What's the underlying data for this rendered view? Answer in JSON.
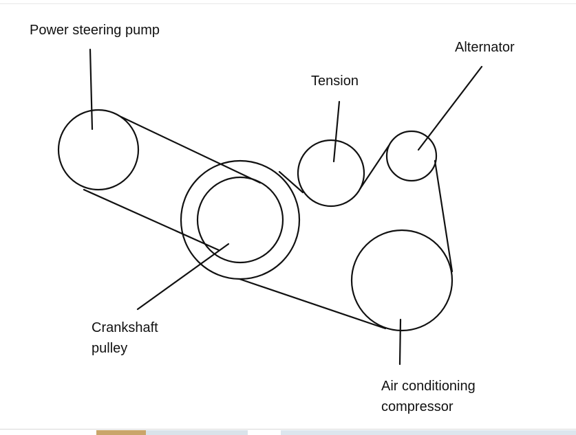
{
  "diagram": {
    "labels": {
      "power_steering": "Power steering pump",
      "alternator": "Alternator",
      "tension": "Tension",
      "crankshaft": [
        "Crankshaft",
        "pulley"
      ],
      "air_conditioning": [
        "Air conditioning",
        "compressor"
      ]
    },
    "colors": {
      "stroke": "#111111",
      "text": "#111111",
      "background": "#ffffff"
    }
  }
}
